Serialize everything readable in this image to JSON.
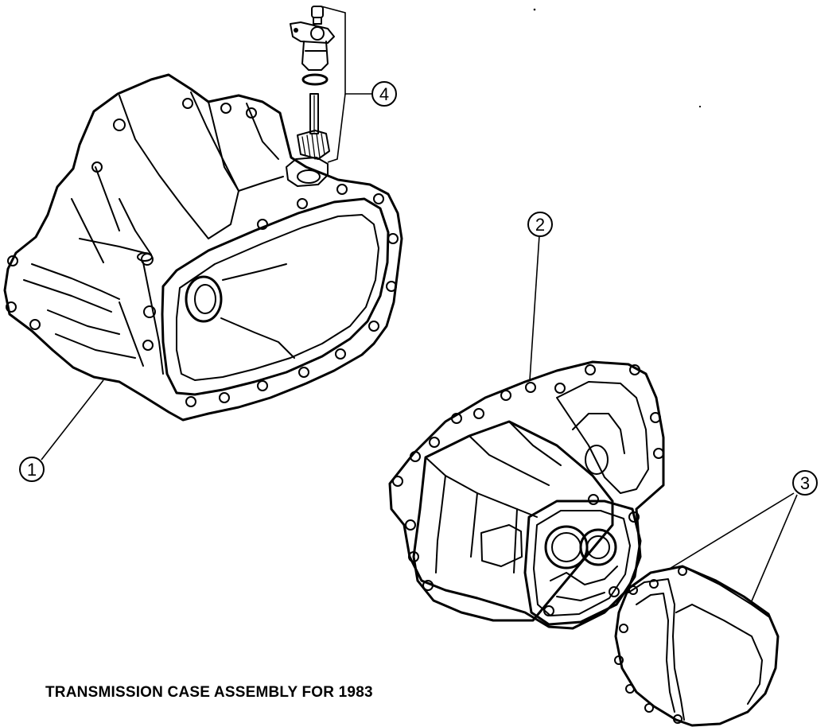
{
  "caption": "TRANSMISSION CASE ASSEMBLY FOR 1983",
  "callouts": {
    "c1": "1",
    "c2": "2",
    "c3": "3",
    "c4": "4"
  },
  "colors": {
    "ink": "#000000",
    "background": "#ffffff"
  }
}
